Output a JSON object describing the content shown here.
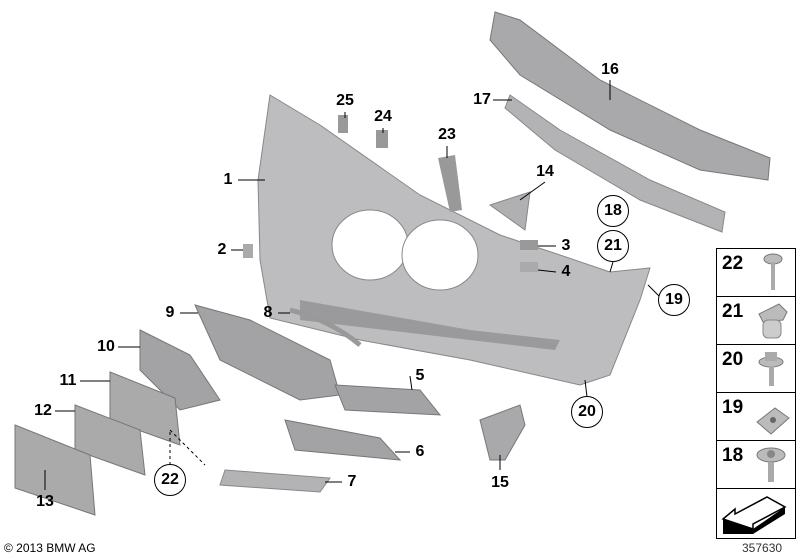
{
  "callouts": {
    "p1": "1",
    "p2": "2",
    "p3": "3",
    "p4": "4",
    "p5": "5",
    "p6": "6",
    "p7": "7",
    "p8": "8",
    "p9": "9",
    "p10": "10",
    "p11": "11",
    "p12": "12",
    "p13": "13",
    "p14": "14",
    "p15": "15",
    "p16": "16",
    "p17": "17",
    "p18": "18",
    "p19": "19",
    "p20": "20",
    "p21": "21",
    "p22": "22",
    "p23": "23",
    "p24": "24",
    "p25": "25"
  },
  "legend": {
    "items": [
      {
        "number": "22",
        "icon": "screw-icon"
      },
      {
        "number": "21",
        "icon": "expanding-nut-icon"
      },
      {
        "number": "20",
        "icon": "hex-screw-icon"
      },
      {
        "number": "19",
        "icon": "clip-nut-icon"
      },
      {
        "number": "18",
        "icon": "collar-screw-icon"
      }
    ],
    "last_icon": "direction-arrow-icon"
  },
  "copyright": "© 2013 BMW AG",
  "diagram_id": "357630",
  "colors": {
    "part": "#b9b9bb",
    "part_dark": "#8e8e90",
    "line": "#000000"
  }
}
